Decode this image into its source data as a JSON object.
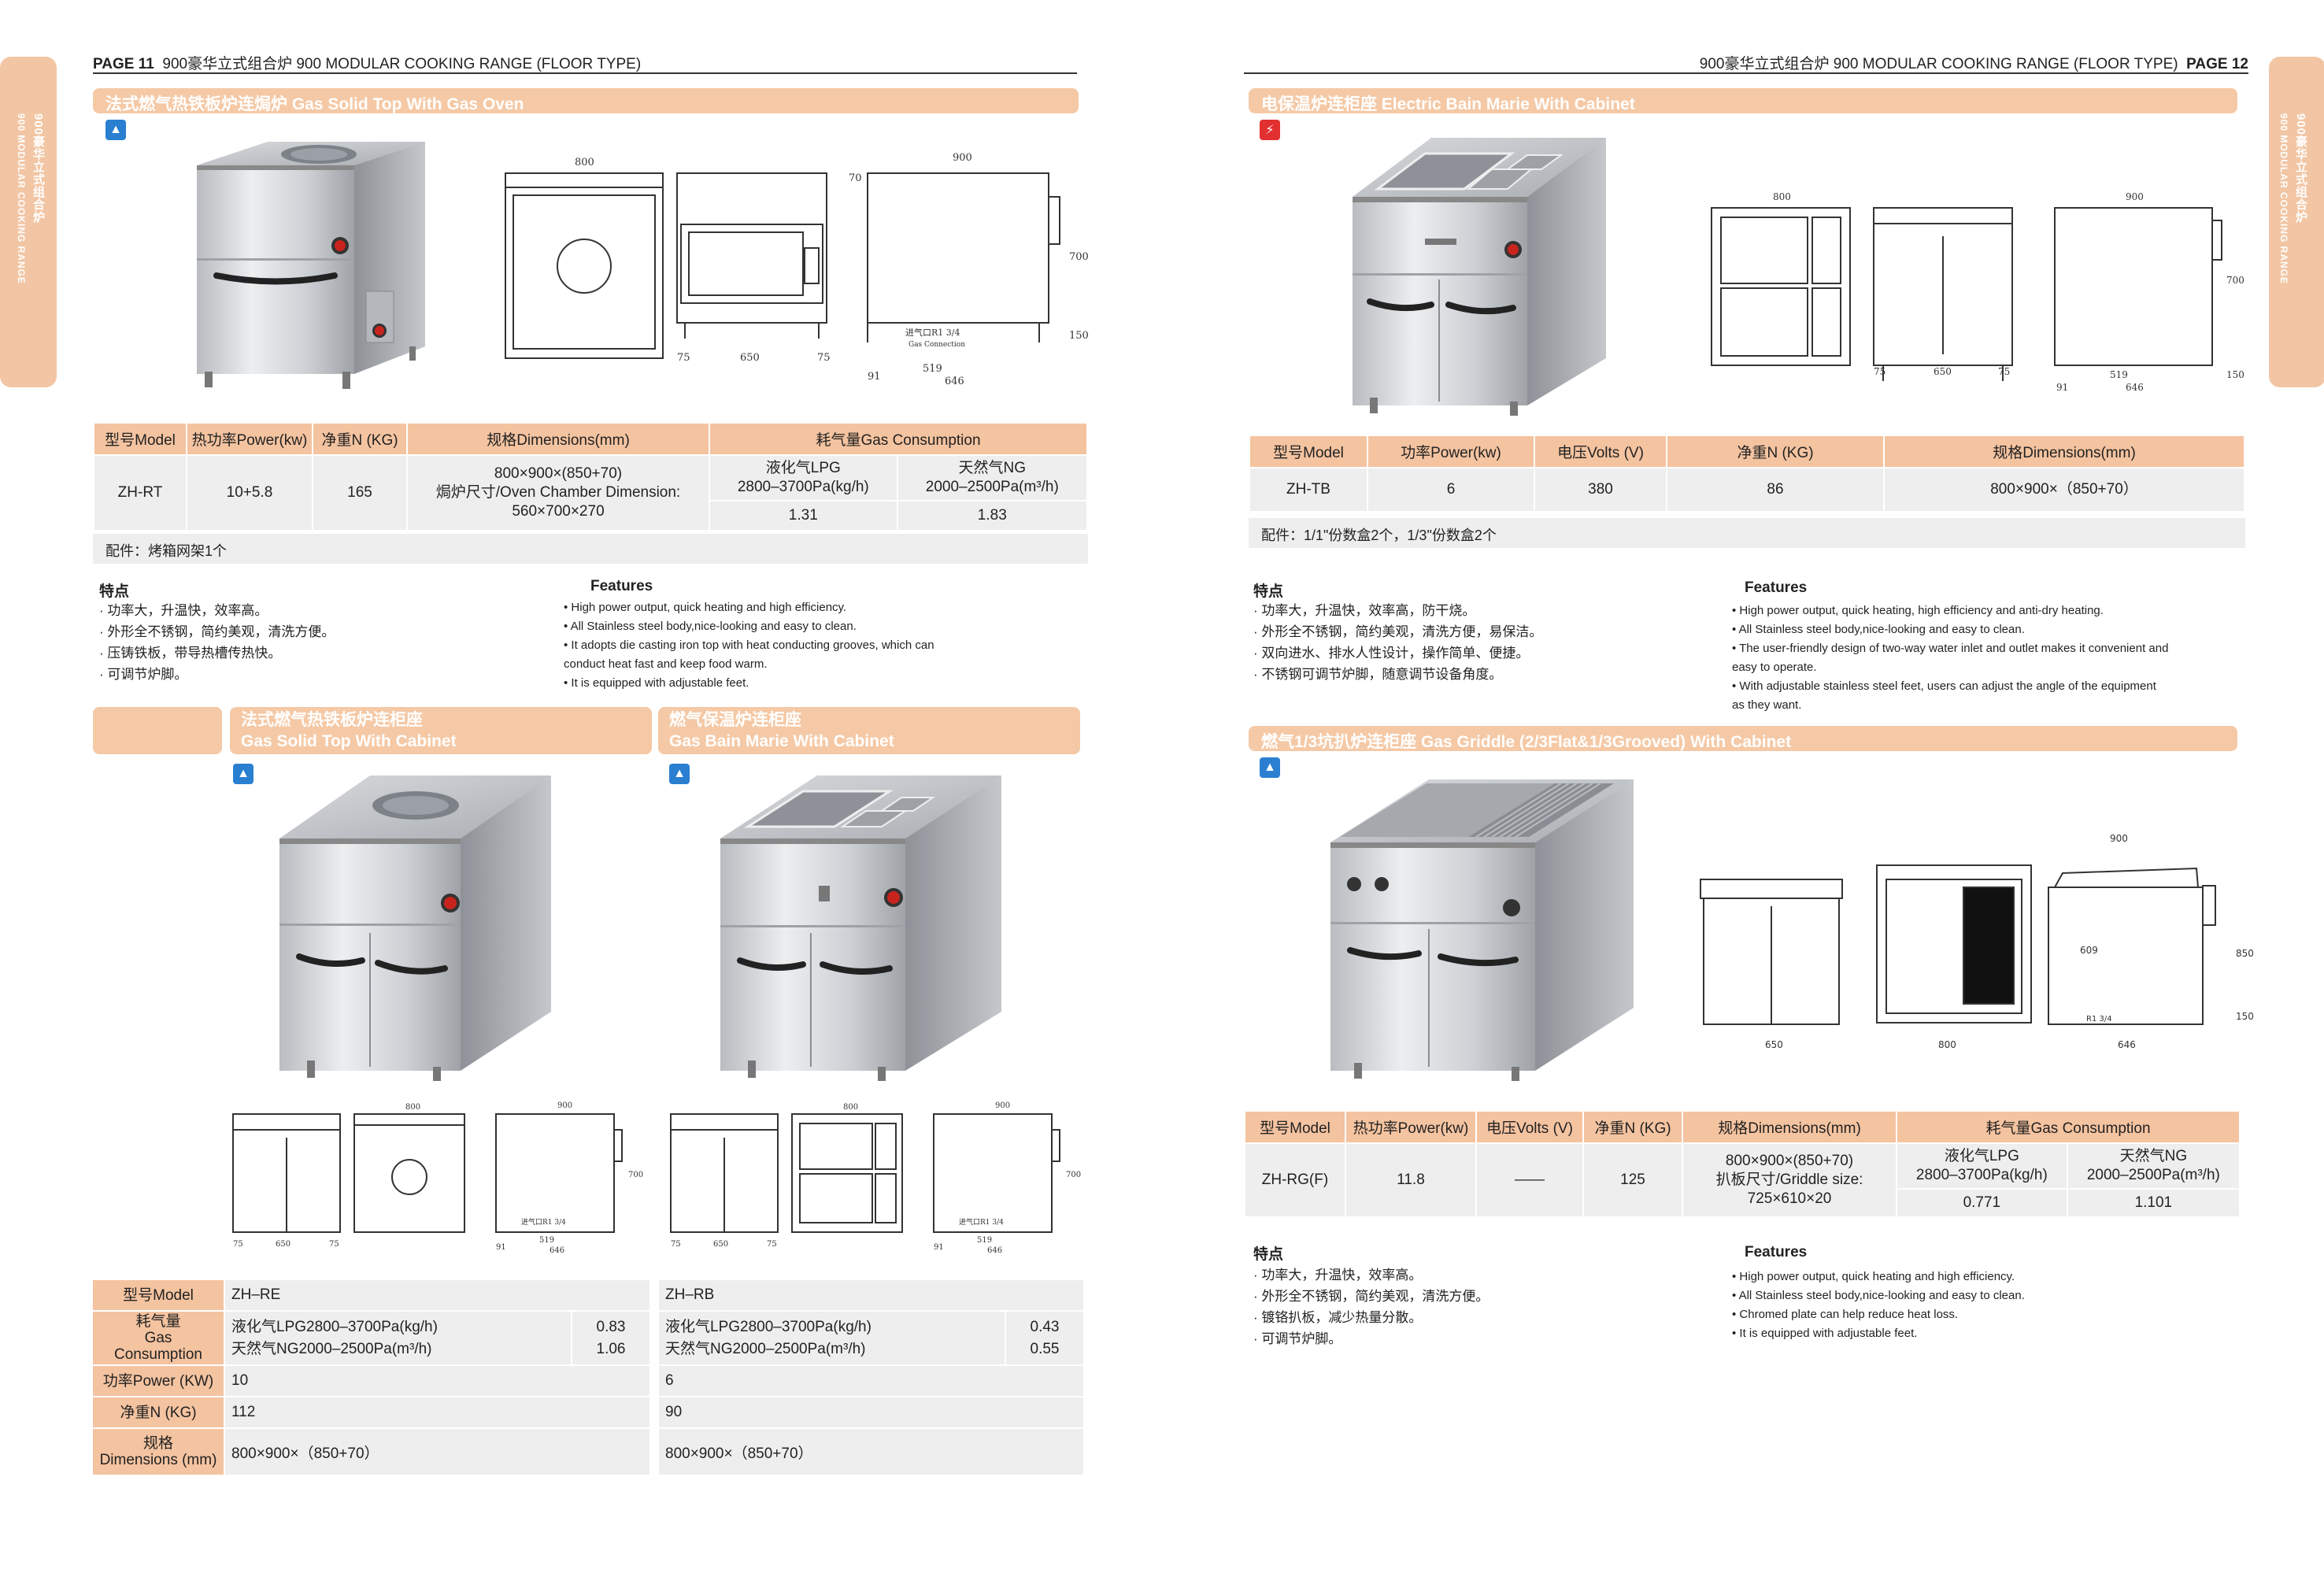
{
  "left_header": {
    "page": "PAGE 11",
    "title": "900豪华立式组合炉 900 MODULAR COOKING RANGE (FLOOR TYPE)"
  },
  "right_header": {
    "title": "900豪华立式组合炉 900 MODULAR COOKING RANGE (FLOOR TYPE)",
    "page": "PAGE 12"
  },
  "side_tab": {
    "cn": "900豪华立式组合炉",
    "en": "900 MODULAR COOKING RANGE"
  },
  "icons": {
    "gas": "flame-icon",
    "electric": "lightning-icon"
  },
  "rt": {
    "title": "法式燃气热铁板炉连焗炉 Gas Solid Top With Gas Oven",
    "dims": {
      "w_top": "800",
      "w_side": "900",
      "h": "700",
      "h2": "70",
      "leg": "150",
      "b1": "75",
      "b2": "650",
      "b3": "75",
      "d1": "91",
      "d2": "519",
      "d3": "646",
      "conn": "进气口R1 3/4",
      "conn_en": "Gas Connection"
    },
    "headers": [
      "型号Model",
      "热功率Power(kw)",
      "净重N (KG)",
      "规格Dimensions(mm)",
      "耗气量Gas Consumption"
    ],
    "sub_lpg": "液化气LPG\n2800–3700Pa(kg/h)",
    "sub_ng": "天然气NG\n2000–2500Pa(m³/h)",
    "model": "ZH-RT",
    "power": "10+5.8",
    "weight": "165",
    "dim1": "800×900×(850+70)",
    "dim2": "焗炉尺寸/Oven Chamber Dimension:",
    "dim3": "560×700×270",
    "lpg": "1.31",
    "ng": "1.83",
    "accessory": "配件：烤箱网架1个",
    "feat_cn_head": "特点",
    "feat_cn": [
      "· 功率大，升温快，效率高。",
      "· 外形全不锈钢，简约美观，清洗方便。",
      "· 压铸铁板，带导热槽传热快。",
      "· 可调节炉脚。"
    ],
    "feat_en_head": "Features",
    "feat_en": [
      "• High power output, quick heating and high efficiency.",
      "• All Stainless steel body,nice-looking and easy to clean.",
      "• It adopts die casting iron top with heat conducting grooves, which can",
      "  conduct heat fast and keep food warm.",
      "• It is equipped with adjustable feet."
    ]
  },
  "re": {
    "title_cn": "法式燃气热铁板炉连柜座",
    "title_en": "Gas Solid Top With Cabinet",
    "dims": {
      "w": "800",
      "w2": "900",
      "h": "700",
      "b1": "75",
      "b2": "650",
      "b3": "75",
      "d1": "91",
      "d2": "519",
      "d3": "646",
      "conn": "进气口R1 3/4"
    }
  },
  "rb": {
    "title_cn": "燃气保温炉连柜座",
    "title_en": "Gas Bain Marie With Cabinet",
    "dims": {
      "w": "800",
      "w2": "900",
      "h": "700",
      "b1": "75",
      "b2": "650",
      "b3": "75",
      "d1": "91",
      "d2": "519",
      "d3": "646",
      "conn": "进气口R1 3/4"
    }
  },
  "combo_table": {
    "model_label": "型号Model",
    "gas_label": "耗气量\nGas Consumption",
    "power_label": "功率Power (KW)",
    "weight_label": "净重N (KG)",
    "dim_label": "规格\nDimensions (mm)",
    "re": {
      "model": "ZH–RE",
      "lpg_text": "液化气LPG2800–3700Pa(kg/h)",
      "lpg": "0.83",
      "ng_text": "天然气NG2000–2500Pa(m³/h)",
      "ng": "1.06",
      "power": "10",
      "weight": "112",
      "dim": "800×900×（850+70）"
    },
    "rb": {
      "model": "ZH–RB",
      "lpg_text": "液化气LPG2800–3700Pa(kg/h)",
      "lpg": "0.43",
      "ng_text": "天然气NG2000–2500Pa(m³/h)",
      "ng": "0.55",
      "power": "6",
      "weight": "90",
      "dim": "800×900×（850+70）"
    }
  },
  "tb": {
    "title": "电保温炉连柜座 Electric Bain Marie With Cabinet",
    "dims": {
      "w": "800",
      "w2": "900",
      "h": "700",
      "b1": "75",
      "b2": "650",
      "b3": "75",
      "d1": "91",
      "d2": "519",
      "d3": "646",
      "leg": "150"
    },
    "headers": [
      "型号Model",
      "功率Power(kw)",
      "电压Volts (V)",
      "净重N (KG)",
      "规格Dimensions(mm)"
    ],
    "model": "ZH-TB",
    "power": "6",
    "volts": "380",
    "weight": "86",
    "dim": "800×900×（850+70）",
    "accessory": "配件：1/1\"份数盒2个，1/3\"份数盒2个",
    "feat_cn_head": "特点",
    "feat_cn": [
      "· 功率大，升温快，效率高，防干烧。",
      "· 外形全不锈钢，简约美观，清洗方便，易保洁。",
      "· 双向进水、排水人性设计，操作简单、便捷。",
      "· 不锈钢可调节炉脚，随意调节设备角度。"
    ],
    "feat_en_head": "Features",
    "feat_en": [
      "• High power output, quick heating, high efficiency and anti-dry heating.",
      "• All Stainless steel body,nice-looking and easy to clean.",
      "• The user-friendly design of two-way water inlet and outlet makes it convenient and",
      "  easy to operate.",
      "• With adjustable stainless steel feet, users can adjust the angle of the equipment",
      "  as they want."
    ]
  },
  "rg": {
    "title": "燃气1/3坑扒炉连柜座 Gas Griddle (2/3Flat&1/3Grooved) With Cabinet",
    "dims": {
      "w": "650",
      "w2": "800",
      "w3": "900",
      "inner": "609",
      "h": "850",
      "leg": "150",
      "d": "646",
      "conn": "R1 3/4"
    },
    "headers": [
      "型号Model",
      "热功率Power(kw)",
      "电压Volts (V)",
      "净重N (KG)",
      "规格Dimensions(mm)",
      "耗气量Gas Consumption"
    ],
    "sub_lpg": "液化气LPG\n2800–3700Pa(kg/h)",
    "sub_ng": "天然气NG\n2000–2500Pa(m³/h)",
    "model": "ZH-RG(F)",
    "power": "11.8",
    "volts": "——",
    "weight": "125",
    "dim1": "800×900×(850+70)",
    "dim2": "扒板尺寸/Griddle size:",
    "dim3": "725×610×20",
    "lpg": "0.771",
    "ng": "1.101",
    "feat_cn_head": "特点",
    "feat_cn": [
      "· 功率大，升温快，效率高。",
      "· 外形全不锈钢，简约美观，清洗方便。",
      "· 镀铬扒板，减少热量分散。",
      "· 可调节炉脚。"
    ],
    "feat_en_head": "Features",
    "feat_en": [
      "• High power output, quick heating and high efficiency.",
      "• All Stainless steel body,nice-looking and easy to clean.",
      "• Chromed plate can help reduce heat loss.",
      "• It is equipped with adjustable feet."
    ]
  }
}
